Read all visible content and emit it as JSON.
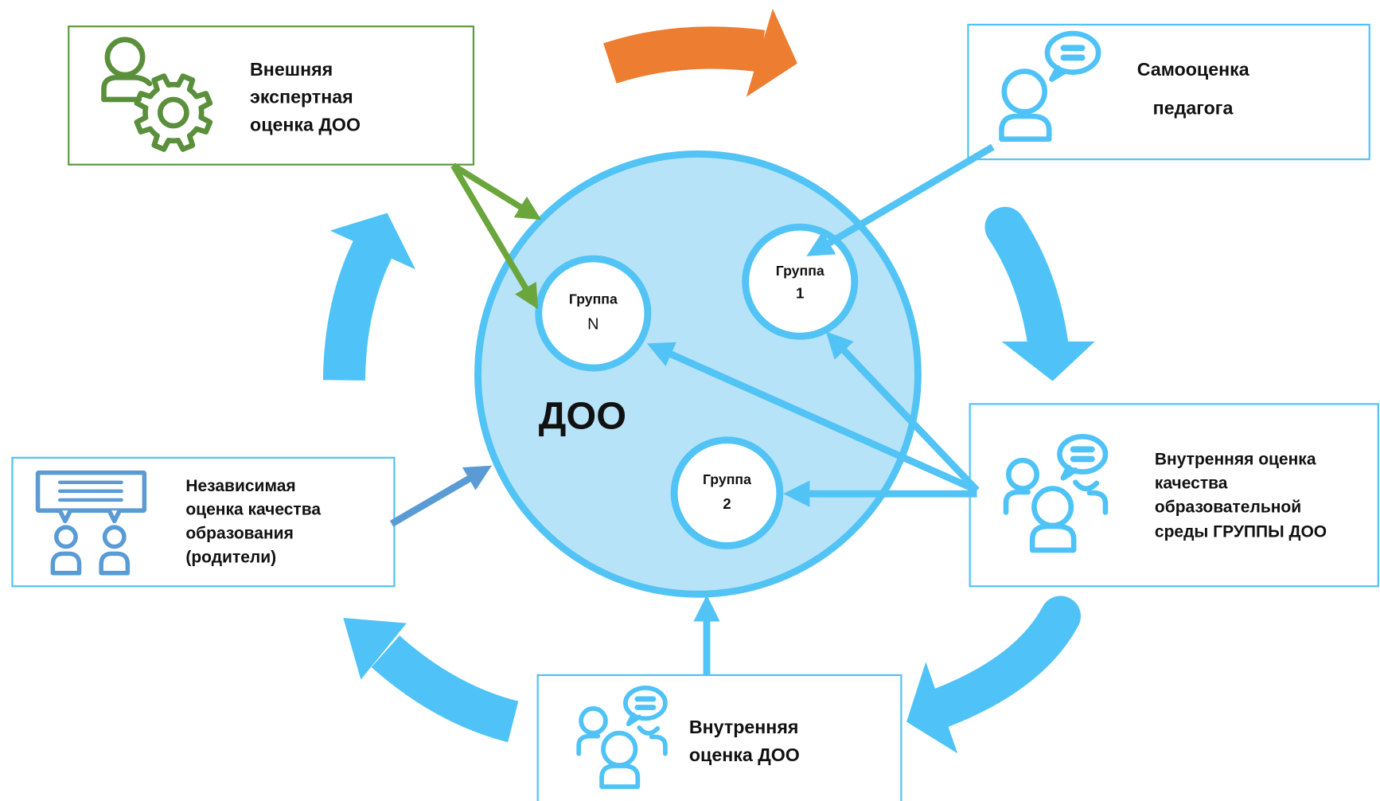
{
  "diagram": {
    "center": {
      "label": "ДОО"
    },
    "groups": {
      "n": {
        "title": "Группа",
        "id": "N"
      },
      "one": {
        "title": "Группа",
        "id": "1"
      },
      "two": {
        "title": "Группа",
        "id": "2"
      }
    },
    "boxes": {
      "external_expert": {
        "icon": "person-gear-icon",
        "lines": [
          "Внешняя",
          "экспертная",
          "оценка ДОО"
        ]
      },
      "teacher_self": {
        "icon": "person-speech-bubble-icon",
        "lines": [
          "Самооценка",
          "педагога"
        ]
      },
      "independent_parents": {
        "icon": "chat-screen-two-people-icon",
        "lines": [
          "Независимая",
          "оценка качества",
          "образования",
          "(родители)"
        ]
      },
      "internal_group": {
        "icon": "group-speech-bubble-icon",
        "lines": [
          "Внутренняя оценка",
          "качества",
          "образовательной",
          "среды ГРУППЫ ДОО"
        ]
      },
      "internal": {
        "icon": "group-speech-bubble-icon",
        "lines": [
          "Внутренняя",
          "оценка ДОО"
        ]
      }
    },
    "colors": {
      "green": "#5e9a3d",
      "green_arrow": "#6aa63c",
      "light_blue": "#4fc3f7",
      "medium_blue": "#5b9bd5",
      "orange": "#ed7d31",
      "circle_fill": "#b6e3f8"
    }
  }
}
